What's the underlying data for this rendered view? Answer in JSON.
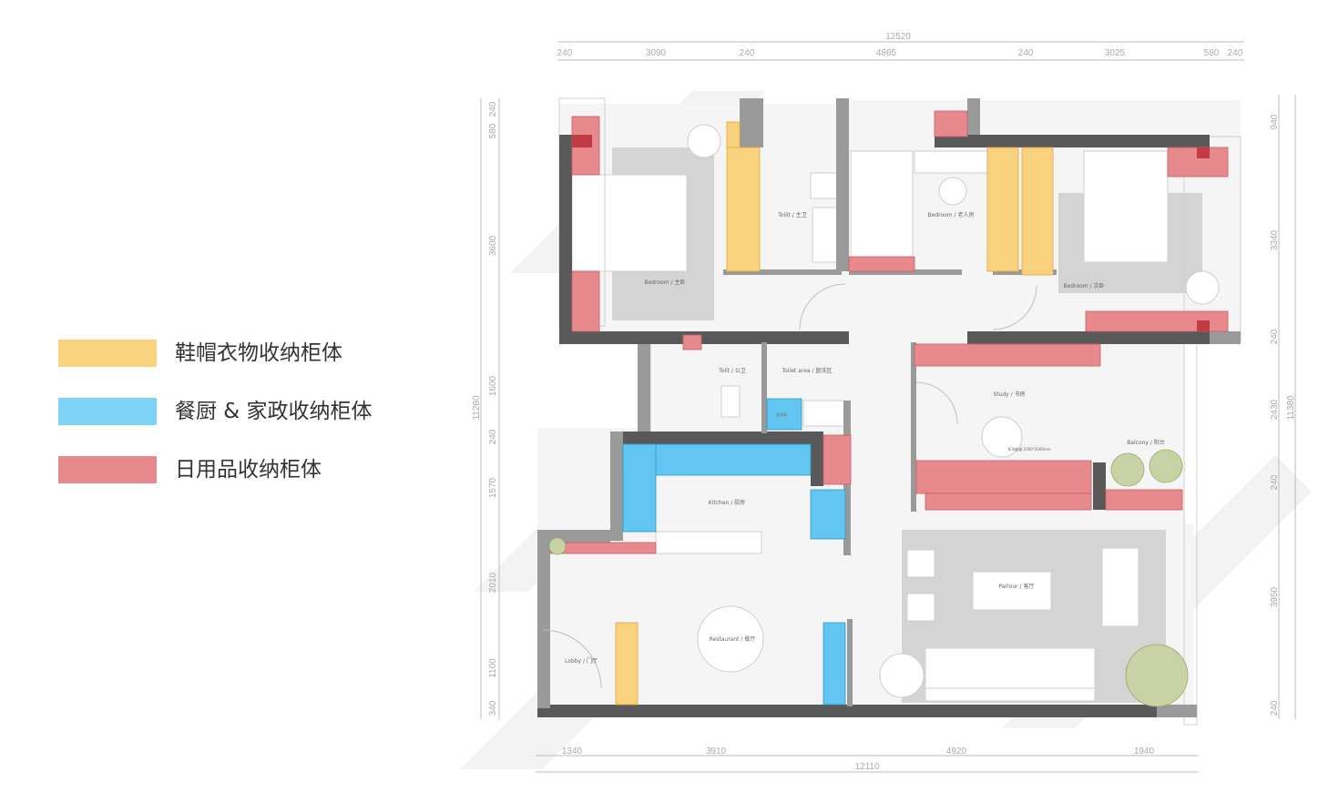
{
  "legend": [
    {
      "label": "鞋帽衣物收纳柜体",
      "color": "#F9D27E"
    },
    {
      "label": "餐厨 & 家政收纳柜体",
      "color": "#7DD3F5"
    },
    {
      "label": "日用品收纳柜体",
      "color": "#E88A8D"
    }
  ],
  "colors": {
    "wall": "#595959",
    "wall_light": "#9a9a9a",
    "shoe": "#F9D27E",
    "kitchen": "#63C6F0",
    "daily": "#E88A8D",
    "daily_dark": "#C23B45",
    "rug": "#d5d5d5",
    "floor": "#f4f4f4"
  },
  "dimensions": {
    "top_total": "12520",
    "top": [
      "240",
      "3090",
      "240",
      "4865",
      "240",
      "3025",
      "580",
      "240"
    ],
    "bottom_total": "12110",
    "bottom": [
      "1340",
      "3910",
      "4920",
      "1940"
    ],
    "left_total": "11280",
    "left": [
      "580",
      "240",
      "3600",
      "1600",
      "240",
      "1570",
      "2010",
      "1100",
      "340"
    ],
    "right_total": "11380",
    "right": [
      "940",
      "3340",
      "240",
      "2430",
      "240",
      "3950",
      "240"
    ]
  },
  "rooms": {
    "master_bedroom": "Bedroom / 主卧",
    "master_toilet": "Toilit / 主卫",
    "elder_room": "Bedroom / 老人房",
    "second_bedroom": "Bedroom / 次卧",
    "public_toilet": "Tolit / 公卫",
    "toilet_area": "Toilet area / 盥洗区",
    "study": "Study / 书房",
    "study_note": "多功能桌 1000*2000mm",
    "balcony": "Balcony / 阳台",
    "kitchen": "Kitchen / 厨房",
    "laundry": "洗衣机",
    "parlour": "Parlour / 客厅",
    "restaurant": "Restaurant / 餐厅",
    "lobby": "Lobby / 门厅"
  }
}
